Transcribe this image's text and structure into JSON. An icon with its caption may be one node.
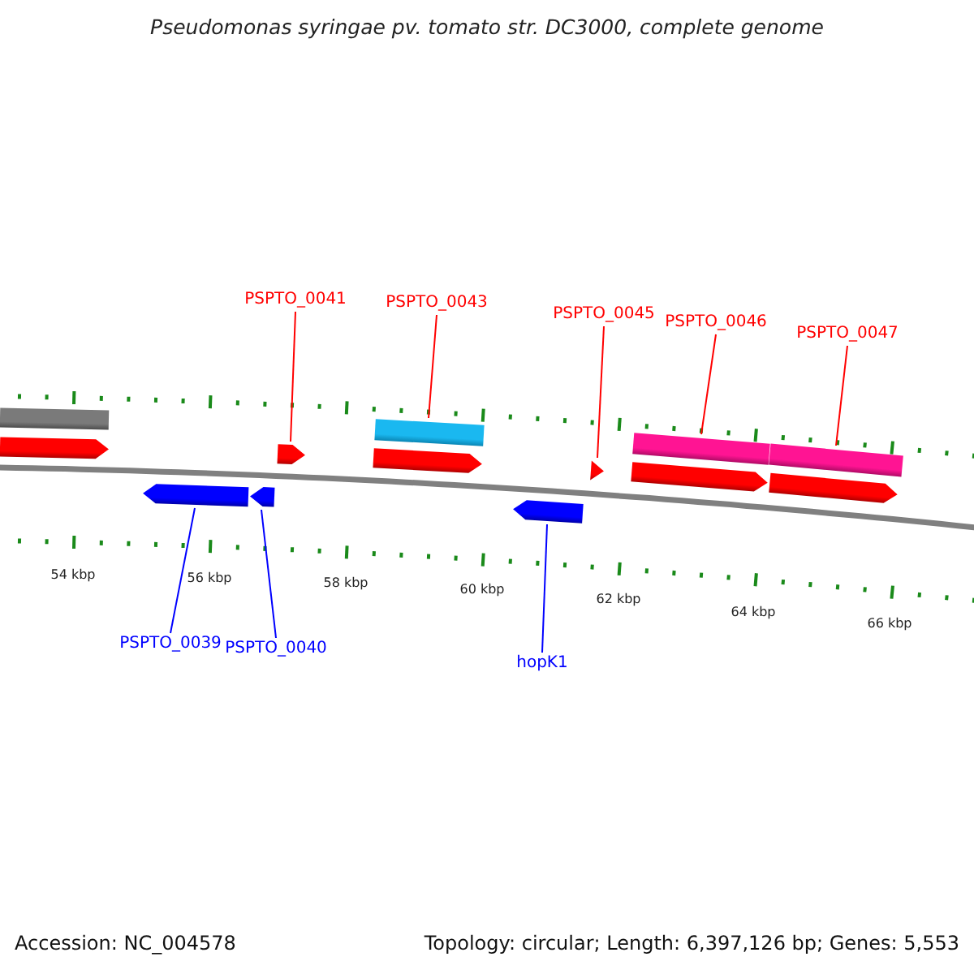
{
  "diagram": {
    "title": "Pseudomonas syringae pv. tomato str. DC3000, complete genome",
    "nodes": [
      {
        "text": [
          "PSPTO_0041"
        ]
      },
      {
        "text": [
          "PSPTO_0043"
        ]
      },
      {
        "text": [
          "PSPTO_0045"
        ]
      },
      {
        "text": [
          "PSPTO_0046"
        ]
      },
      {
        "text": [
          "PSPTO_0047"
        ]
      },
      {
        "text": [],
        "shape": "bar"
      },
      {
        "text": [],
        "shape": "pentagon"
      },
      {
        "text": [],
        "shape": "pentagon"
      },
      {
        "text": [],
        "shape": "pentagon"
      },
      {
        "text": [],
        "shape": "pentagon"
      },
      {
        "text": [],
        "shape": "bar"
      },
      {
        "text": [],
        "shape": "pentagon"
      },
      {
        "text": [],
        "shape": "pentagon"
      },
      {
        "text": [],
        "shape": "pentagon"
      },
      {
        "text": [],
        "shape": "bar"
      },
      {
        "text": [],
        "shape": "pentagon"
      },
      {
        "text": [],
        "shape": "bar"
      },
      {
        "text": [],
        "shape": "pentagon"
      },
      {
        "text": [
          "PSPTO_0039"
        ]
      },
      {
        "text": [
          "PSPTO_0040"
        ]
      },
      {
        "text": [
          "hopK1"
        ]
      }
    ],
    "edges": [
      {
        "from": 0,
        "to": 9,
        "arrow": "none"
      },
      {
        "from": 1,
        "to": 10,
        "arrow": "none"
      },
      {
        "from": 2,
        "to": 13,
        "arrow": "none"
      },
      {
        "from": 3,
        "to": 14,
        "arrow": "none"
      },
      {
        "from": 4,
        "to": 16,
        "arrow": "none"
      },
      {
        "from": 18,
        "to": 7,
        "arrow": "none",
        "color": "#0000ff"
      },
      {
        "from": 19,
        "to": 8,
        "arrow": "none",
        "color": "#0000ff"
      },
      {
        "from": 20,
        "to": 12,
        "arrow": "none",
        "color": "#0000ff"
      }
    ],
    "labels": [
      "54 kbp",
      "56 kbp",
      "58 kbp",
      "60 kbp",
      "62 kbp",
      "64 kbp",
      "66 kbp",
      "Accession: NC_004578",
      "Topology: circular; Length: 6,397,126 bp; Genes: 5,553"
    ]
  }
}
